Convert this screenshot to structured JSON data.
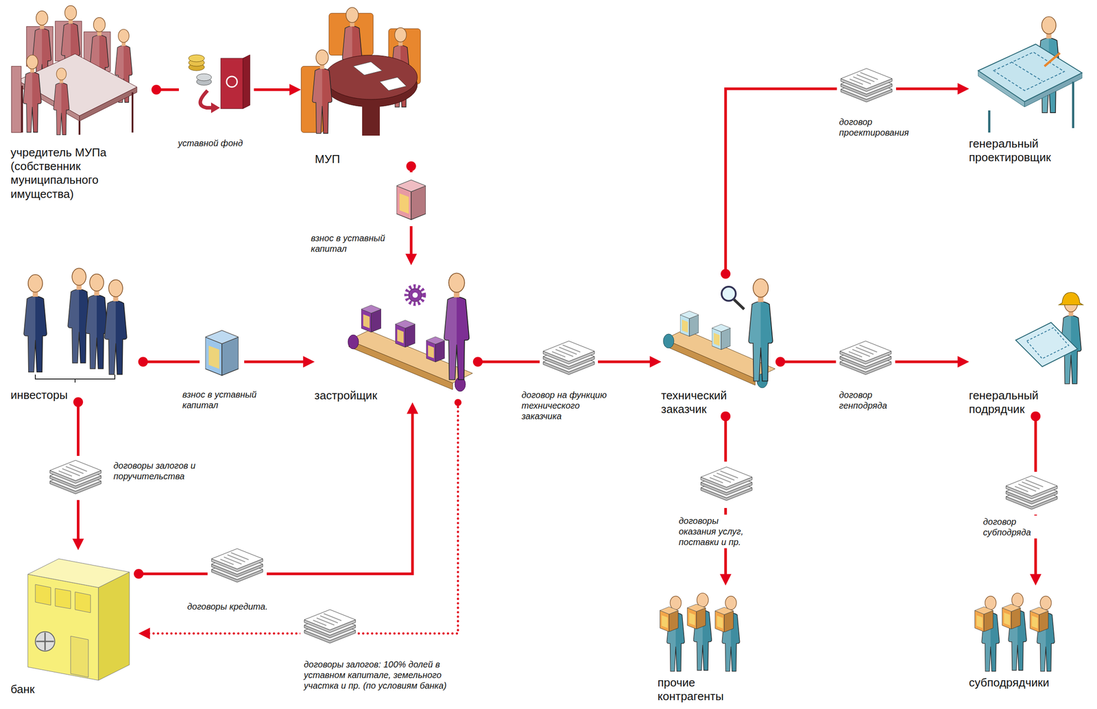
{
  "diagram": {
    "nodes": [
      {
        "text": [
          "учредитель МУПа (собственник муниципального имущества)"
        ]
      },
      {
        "text": [
          "МУП"
        ]
      },
      {
        "text": [
          "генеральный проектировщик"
        ]
      },
      {
        "text": [
          "инвесторы"
        ]
      },
      {
        "text": [
          "застройщик"
        ]
      },
      {
        "text": [
          "технический заказчик"
        ]
      },
      {
        "text": [
          "генеральный подрядчик"
        ]
      },
      {
        "text": [
          "банк"
        ]
      },
      {
        "text": [
          "прочие контрагенты"
        ]
      },
      {
        "text": [
          "субподрядчики"
        ]
      }
    ],
    "edges": [
      {
        "from": 0,
        "to": 1,
        "arrow": "to",
        "label": "уставной фонд"
      },
      {
        "from": 1,
        "to": 4,
        "arrow": "to",
        "label": "взнос в уставный капитал"
      },
      {
        "from": 5,
        "to": 2,
        "arrow": "to",
        "label": "договор проектирования"
      },
      {
        "from": 3,
        "to": 4,
        "arrow": "to",
        "label": "взнос в уставный капитал"
      },
      {
        "from": 4,
        "to": 5,
        "arrow": "to",
        "label": "договор на функцию технического заказчика"
      },
      {
        "from": 5,
        "to": 6,
        "arrow": "to",
        "label": "договор генподряда"
      },
      {
        "from": 3,
        "to": 7,
        "arrow": "to",
        "label": "договоры залогов и поручительства"
      },
      {
        "from": 5,
        "to": 8,
        "arrow": "to",
        "label": "договоры оказания услуг, поставки и пр."
      },
      {
        "from": 6,
        "to": 9,
        "arrow": "to",
        "label": "договор субподряда"
      },
      {
        "from": 7,
        "to": 4,
        "arrow": "to",
        "label": "договоры кредита."
      },
      {
        "from": 4,
        "to": 7,
        "arrow": "to",
        "label": "договоры залогов: 100% долей в уставном капитале, земельного участка и пр. (по условиям банка)"
      }
    ]
  }
}
